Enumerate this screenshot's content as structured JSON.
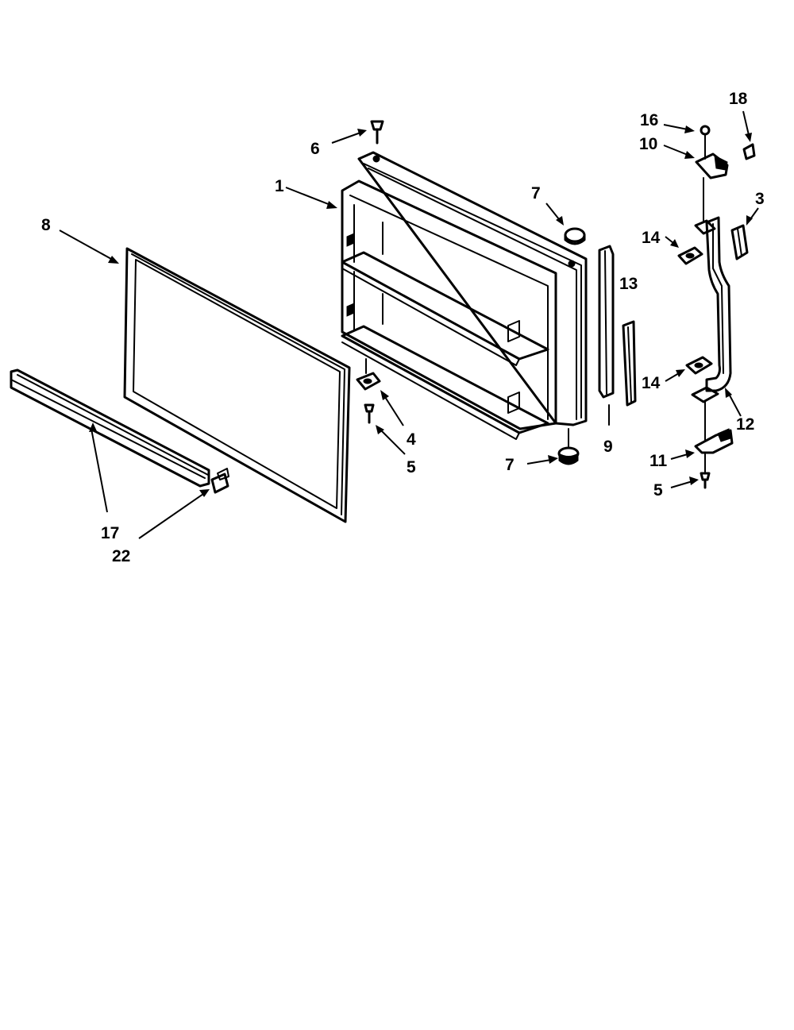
{
  "diagram": {
    "callouts": [
      {
        "id": "c1",
        "label": "1"
      },
      {
        "id": "c3",
        "label": "3"
      },
      {
        "id": "c4",
        "label": "4"
      },
      {
        "id": "c5a",
        "label": "5"
      },
      {
        "id": "c5b",
        "label": "5"
      },
      {
        "id": "c6",
        "label": "6"
      },
      {
        "id": "c7a",
        "label": "7"
      },
      {
        "id": "c7b",
        "label": "7"
      },
      {
        "id": "c8",
        "label": "8"
      },
      {
        "id": "c9",
        "label": "9"
      },
      {
        "id": "c10",
        "label": "10"
      },
      {
        "id": "c11",
        "label": "11"
      },
      {
        "id": "c12",
        "label": "12"
      },
      {
        "id": "c13",
        "label": "13"
      },
      {
        "id": "c14a",
        "label": "14"
      },
      {
        "id": "c14b",
        "label": "14"
      },
      {
        "id": "c16",
        "label": "16"
      },
      {
        "id": "c17",
        "label": "17"
      },
      {
        "id": "c18",
        "label": "18"
      },
      {
        "id": "c22",
        "label": "22"
      }
    ]
  }
}
